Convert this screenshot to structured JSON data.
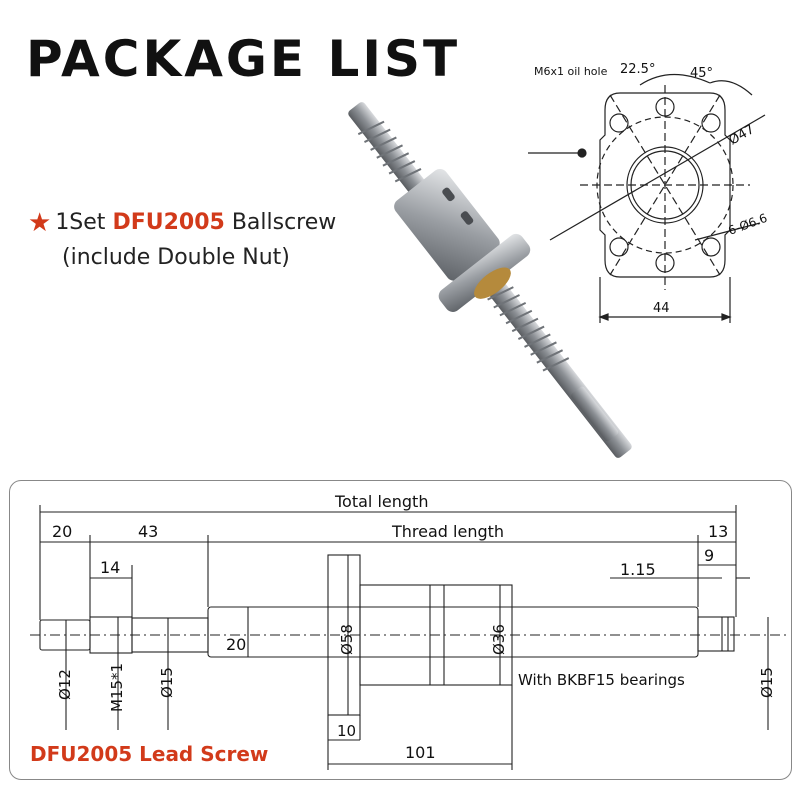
{
  "title": "PACKAGE LIST",
  "package": {
    "star_icon": "star-icon",
    "quantity": "1Set",
    "model": "DFU2005",
    "item": "Ballscrew",
    "note": "(include Double Nut)"
  },
  "flange": {
    "oil_hole_label": "M6x1 oil hole",
    "angle_small": "22.5°",
    "angle_large": "45°",
    "pcd_diameter": "Ø47",
    "hole_spec": "6-Ø6.6",
    "width": "44"
  },
  "lead_screw": {
    "name": "DFU2005 Lead Screw",
    "total_length": "Total length",
    "thread_length": "Thread length",
    "dim_20_top": "20",
    "dim_43": "43",
    "dim_13": "13",
    "dim_14": "14",
    "dim_9": "9",
    "dim_1_15": "1.15",
    "dim_20_inner": "20",
    "dia_12": "Ø12",
    "thread_m15": "M15*1",
    "dia_15_left": "Ø15",
    "dia_58": "Ø58",
    "dia_36": "Ø36",
    "dia_15_right": "Ø15",
    "dim_10": "10",
    "dim_101": "101",
    "bearing_note": "With BKBF15 bearings"
  },
  "colors": {
    "accent": "#d23a1a",
    "steel": "#b9bcc0"
  }
}
